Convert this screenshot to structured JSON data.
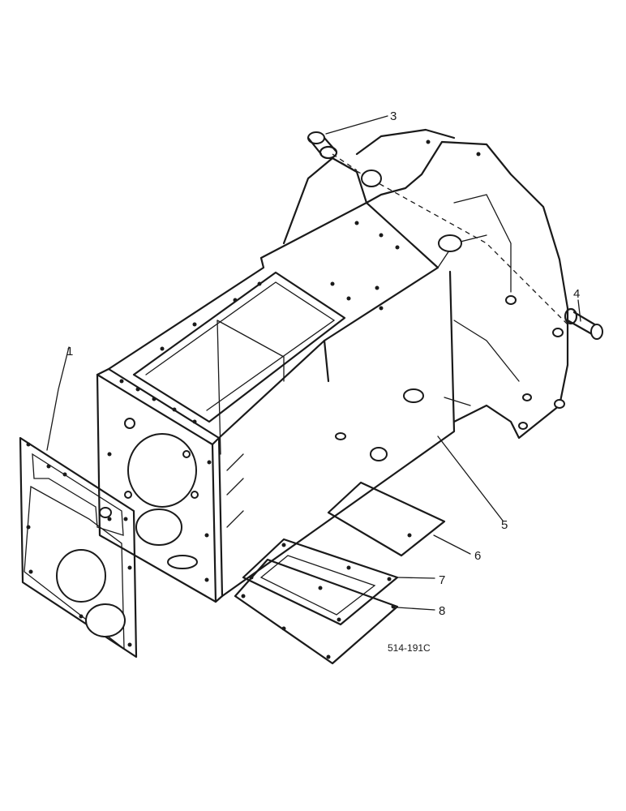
{
  "drawing": {
    "figure_number": "514-191C",
    "callouts": [
      {
        "id": "1",
        "label": "1"
      },
      {
        "id": "3",
        "label": "3"
      },
      {
        "id": "4",
        "label": "4"
      },
      {
        "id": "5",
        "label": "5"
      },
      {
        "id": "6",
        "label": "6"
      },
      {
        "id": "7",
        "label": "7"
      },
      {
        "id": "8",
        "label": "8"
      }
    ]
  }
}
